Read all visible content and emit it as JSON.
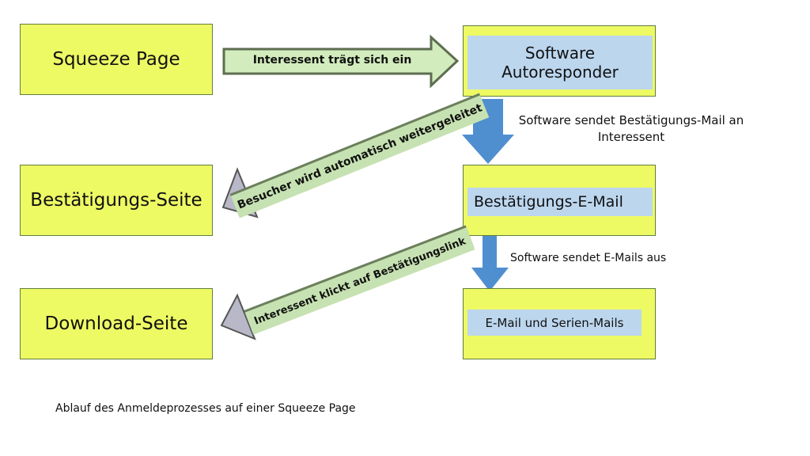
{
  "left_boxes": [
    "Squeeze Page",
    "Bestätigungs-Seite",
    "Download-Seite"
  ],
  "right_boxes": [
    "Software Autoresponder",
    "Bestätigungs-E-Mail",
    "E-Mail und Serien-Mails"
  ],
  "arrows": {
    "signup": "Interessent trägt sich ein",
    "redirect": "Besucher wird automatisch weitergeleitet",
    "confirm_click": "Interessent klickt auf Bestätigungslink",
    "send_confirmation": "Software sendet Bestätigungs-Mail an Interessent",
    "send_mails": "Software sendet E-Mails aus"
  },
  "caption": "Ablauf des Anmeldeprozesses auf einer Squeeze Page",
  "colors": {
    "box": "#eefa64",
    "inner": "#bcd6ee",
    "arrow_green": "#c7e2b2",
    "arrow_blue": "#4f8fd0"
  }
}
